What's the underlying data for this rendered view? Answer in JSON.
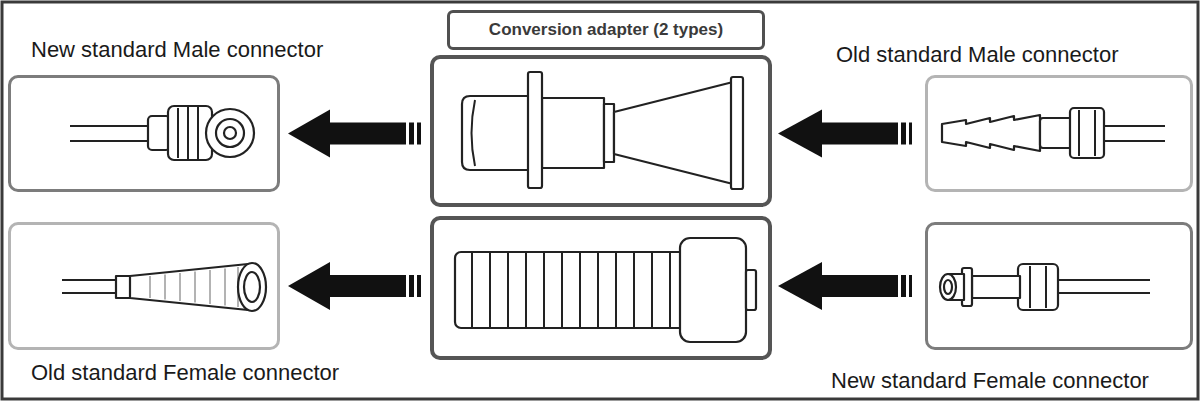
{
  "diagram": {
    "nodes": [
      {
        "text": [
          "New standard Male connector"
        ]
      },
      {
        "text": [
          "Conversion adapter (2 types)"
        ]
      },
      {
        "text": [
          "Old standard Male connector"
        ]
      },
      {
        "text": [
          "Old standard Female connector"
        ]
      },
      {
        "text": [
          "New standard Female connector"
        ]
      }
    ],
    "edges": [
      {
        "from": 2,
        "to": 0,
        "arrow": "to"
      },
      {
        "from": 4,
        "to": 3,
        "arrow": "to"
      }
    ]
  }
}
